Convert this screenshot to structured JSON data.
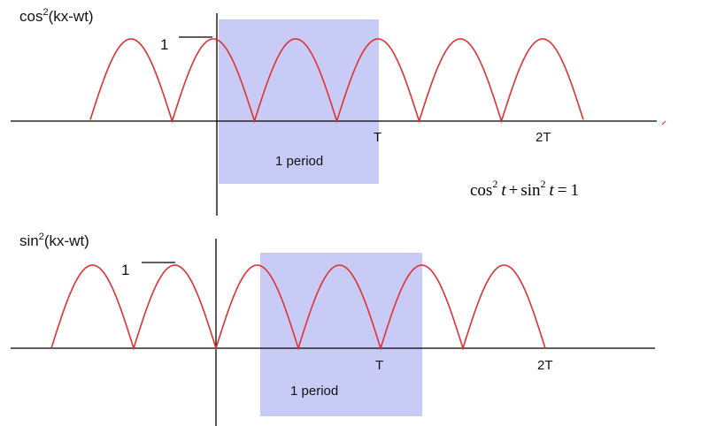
{
  "panels": [
    {
      "title_prefix": "cos",
      "title_sup": "2",
      "title_suffix": "(kx-wt)",
      "amplitude_label": "1",
      "period_label": "1 period",
      "tick_T": "T",
      "tick_2T": "2T"
    },
    {
      "title_prefix": "sin",
      "title_sup": "2",
      "title_suffix": "(kx-wt)",
      "amplitude_label": "1",
      "period_label": "1 period",
      "tick_T": "T",
      "tick_2T": "2T"
    }
  ],
  "equation": {
    "cos": "cos",
    "exp1": "2",
    "t1": "t",
    "plus": "+",
    "sin": "sin",
    "exp2": "2",
    "t2": "t",
    "equals": "=",
    "rhs": "1"
  },
  "colors": {
    "curve": "#e03030",
    "highlight": "#c9cbf7",
    "axis": "#000000"
  }
}
